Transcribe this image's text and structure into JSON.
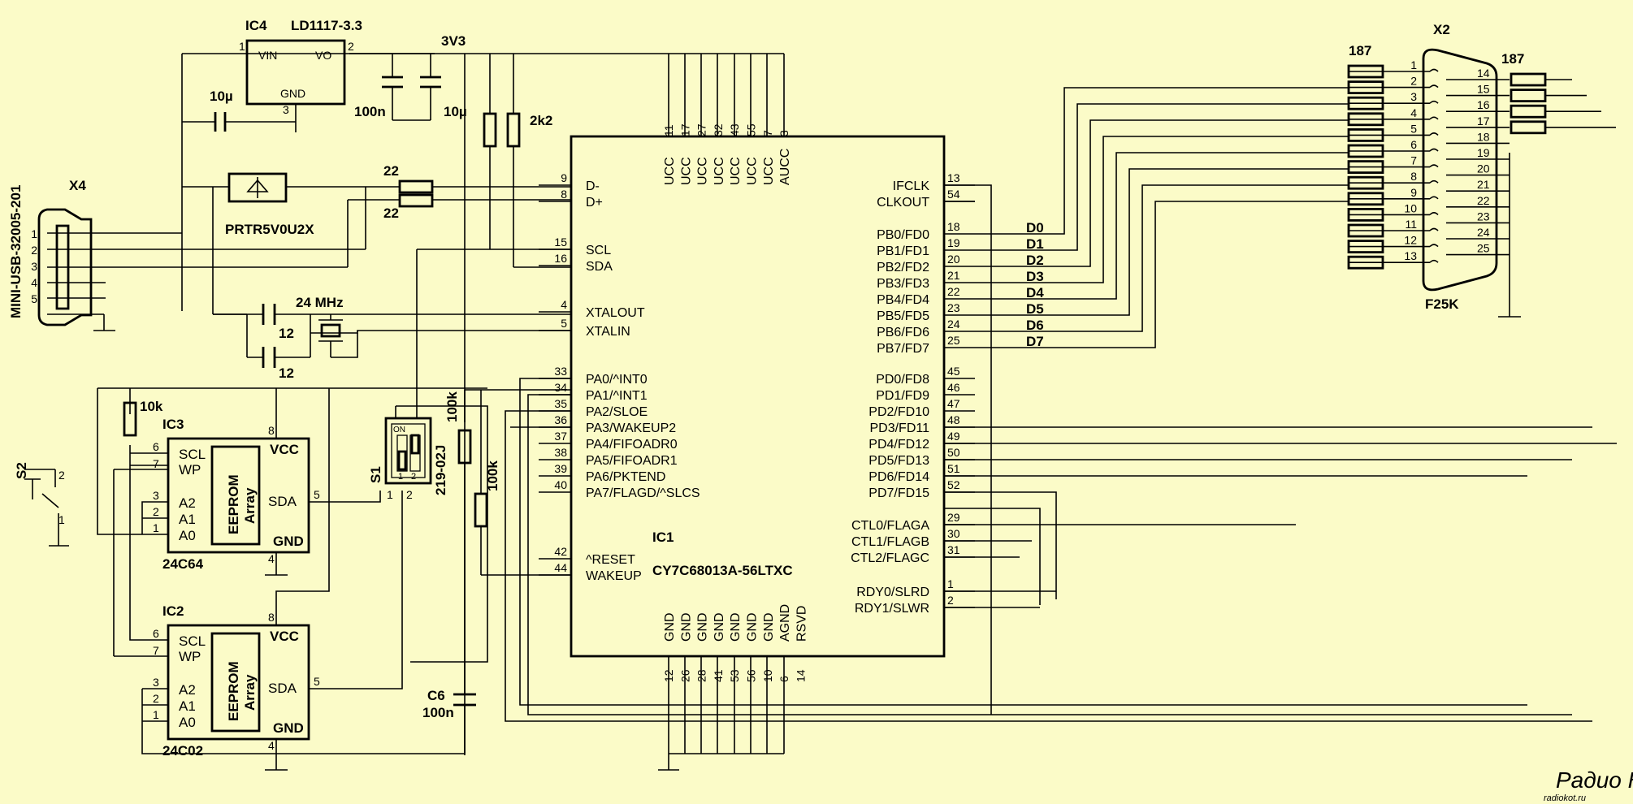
{
  "ic1": {
    "ref": "IC1",
    "part": "CY7C68013A-56LTXC",
    "left_pins": [
      {
        "name": "D-",
        "num": "9"
      },
      {
        "name": "D+",
        "num": "8"
      },
      {
        "name": "SCL",
        "num": "15"
      },
      {
        "name": "SDA",
        "num": "16"
      },
      {
        "name": "XTALOUT",
        "num": "4"
      },
      {
        "name": "XTALIN",
        "num": "5"
      },
      {
        "name": "PA0/^INT0",
        "num": "33"
      },
      {
        "name": "PA1/^INT1",
        "num": "34"
      },
      {
        "name": "PA2/SLOE",
        "num": "35"
      },
      {
        "name": "PA3/WAKEUP2",
        "num": "36"
      },
      {
        "name": "PA4/FIFOADR0",
        "num": "37"
      },
      {
        "name": "PA5/FIFOADR1",
        "num": "38"
      },
      {
        "name": "PA6/PKTEND",
        "num": "39"
      },
      {
        "name": "PA7/FLAGD/^SLCS",
        "num": "40"
      },
      {
        "name": "^RESET",
        "num": "42"
      },
      {
        "name": "WAKEUP",
        "num": "44"
      }
    ],
    "right_pins": [
      {
        "name": "IFCLK",
        "num": "13"
      },
      {
        "name": "CLKOUT",
        "num": "54"
      },
      {
        "name": "PB0/FD0",
        "num": "18"
      },
      {
        "name": "PB1/FD1",
        "num": "19"
      },
      {
        "name": "PB2/FD2",
        "num": "20"
      },
      {
        "name": "PB3/FD3",
        "num": "21"
      },
      {
        "name": "PB4/FD4",
        "num": "22"
      },
      {
        "name": "PB5/FD5",
        "num": "23"
      },
      {
        "name": "PB6/FD6",
        "num": "24"
      },
      {
        "name": "PB7/FD7",
        "num": "25"
      },
      {
        "name": "PD0/FD8",
        "num": "45"
      },
      {
        "name": "PD1/FD9",
        "num": "46"
      },
      {
        "name": "PD2/FD10",
        "num": "47"
      },
      {
        "name": "PD3/FD11",
        "num": "48"
      },
      {
        "name": "PD4/FD12",
        "num": "49"
      },
      {
        "name": "PD5/FD13",
        "num": "50"
      },
      {
        "name": "PD6/FD14",
        "num": "51"
      },
      {
        "name": "PD7/FD15",
        "num": "52"
      },
      {
        "name": "CTL0/FLAGA",
        "num": "29"
      },
      {
        "name": "CTL1/FLAGB",
        "num": "30"
      },
      {
        "name": "CTL2/FLAGC",
        "num": "31"
      },
      {
        "name": "RDY0/SLRD",
        "num": "1"
      },
      {
        "name": "RDY1/SLWR",
        "num": "2"
      }
    ],
    "top_pins": [
      {
        "name": "UCC",
        "num": "11"
      },
      {
        "name": "UCC",
        "num": "17"
      },
      {
        "name": "UCC",
        "num": "27"
      },
      {
        "name": "UCC",
        "num": "32"
      },
      {
        "name": "UCC",
        "num": "43"
      },
      {
        "name": "UCC",
        "num": "55"
      },
      {
        "name": "UCC",
        "num": "7"
      },
      {
        "name": "AUCC",
        "num": "3"
      }
    ],
    "bottom_pins": [
      {
        "name": "GND",
        "num": "12"
      },
      {
        "name": "GND",
        "num": "26"
      },
      {
        "name": "GND",
        "num": "28"
      },
      {
        "name": "GND",
        "num": "41"
      },
      {
        "name": "GND",
        "num": "53"
      },
      {
        "name": "GND",
        "num": "56"
      },
      {
        "name": "GND",
        "num": "10"
      },
      {
        "name": "AGND",
        "num": "6"
      },
      {
        "name": "RSVD",
        "num": "14"
      }
    ]
  },
  "data_bus": [
    "D0",
    "D1",
    "D2",
    "D3",
    "D4",
    "D5",
    "D6",
    "D7"
  ],
  "ic4": {
    "ref": "IC4",
    "part": "LD1117-3.3",
    "vin": "VIN",
    "vo": "VO",
    "gnd": "GND",
    "pin1": "1",
    "pin2": "2",
    "pin3": "3"
  },
  "rail": "3V3",
  "caps": {
    "c_in": "10µ",
    "c_100n": "100n",
    "c_10u": "10µ",
    "c12a": "12",
    "c12b": "12",
    "c6_ref": "C6",
    "c6_val": "100n"
  },
  "resistors": {
    "pullup": "2k2",
    "usb_a": "22",
    "usb_b": "22",
    "r10k": "10k",
    "r100k_a": "100k",
    "r100k_b": "100k",
    "lpt_left": "187",
    "lpt_right": "187"
  },
  "crystal": "24 MHz",
  "tvs": "PRTR5V0U2X",
  "x4": {
    "ref": "X4",
    "part": "MINI-USB-32005-201",
    "pins": [
      "1",
      "2",
      "3",
      "4",
      "5"
    ]
  },
  "x2": {
    "ref": "X2",
    "part": "F25K",
    "left_pins": [
      "1",
      "2",
      "3",
      "4",
      "5",
      "6",
      "7",
      "8",
      "9",
      "10",
      "11",
      "12",
      "13"
    ],
    "right_pins": [
      "14",
      "15",
      "16",
      "17",
      "18",
      "19",
      "20",
      "21",
      "22",
      "23",
      "24",
      "25"
    ]
  },
  "ic3": {
    "ref": "IC3",
    "part": "24C64",
    "scl": "SCL",
    "wp": "WP",
    "a2": "A2",
    "a1": "A1",
    "a0": "A0",
    "sda": "SDA",
    "vcc": "VCC",
    "gnd": "GND",
    "arr1": "EEPROM",
    "arr2": "Array",
    "p6": "6",
    "p7": "7",
    "p3": "3",
    "p2": "2",
    "p1": "1",
    "p5": "5",
    "p8": "8",
    "p4": "4"
  },
  "ic2": {
    "ref": "IC2",
    "part": "24C02",
    "scl": "SCL",
    "wp": "WP",
    "a2": "A2",
    "a1": "A1",
    "a0": "A0",
    "sda": "SDA",
    "vcc": "VCC",
    "gnd": "GND",
    "arr1": "EEPROM",
    "arr2": "Array",
    "p6": "6",
    "p7": "7",
    "p3": "3",
    "p2": "2",
    "p1": "1",
    "p5": "5",
    "p8": "8",
    "p4": "4"
  },
  "s1": {
    "ref": "S1",
    "part": "219-02J",
    "on": "ON",
    "p1": "1",
    "p2": "2"
  },
  "s2": {
    "ref": "S2",
    "p1": "1",
    "p2": "2"
  },
  "watermark": {
    "line1": "Радио КОТ",
    "line2": "radiokot.ru"
  }
}
